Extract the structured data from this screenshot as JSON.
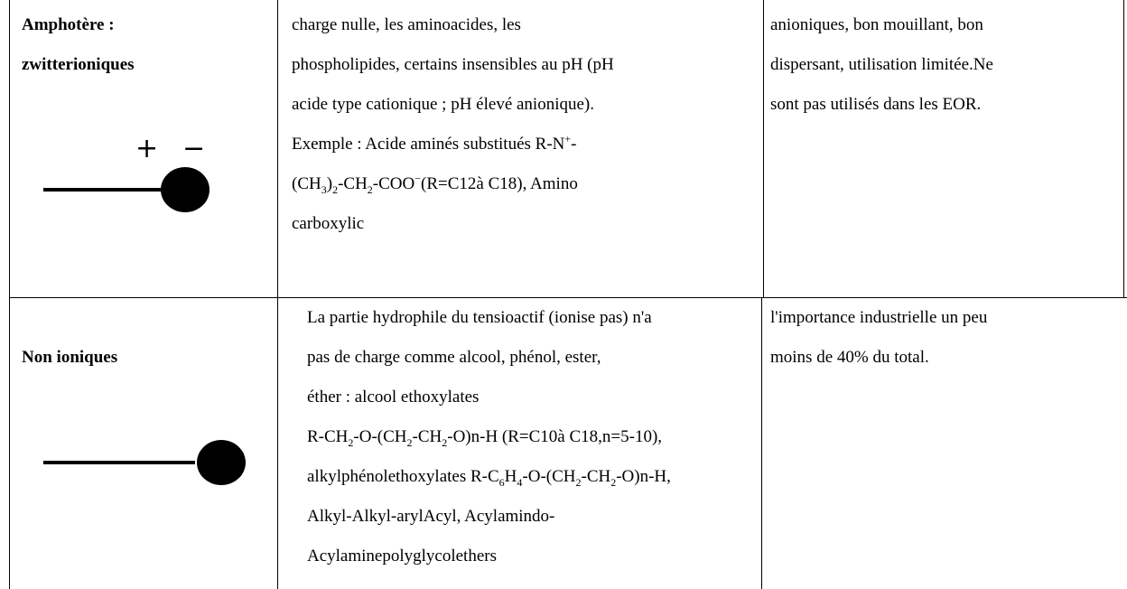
{
  "table": {
    "rows": [
      {
        "category_line1": "Amphotère :",
        "category_line2": "zwitterioniques",
        "icon_plus": "+",
        "icon_minus": "−",
        "description": {
          "l1": "charge nulle, les aminoacides, les",
          "l2": "phospholipides, certains insensibles au pH (pH",
          "l3": "acide type cationique ; pH élevé anionique).",
          "l4_a": "Exemple : Acide aminés substitués R-N",
          "l4_sup": "+",
          "l4_b": "-",
          "l5_a": "(CH",
          "l5_sub1": "3",
          "l5_b": ")",
          "l5_sub2": "2",
          "l5_c": "-CH",
          "l5_sub3": "2",
          "l5_d": "-COO",
          "l5_sup": "−",
          "l5_e": "(R=C12à C18), Amino",
          "l6": "carboxylic"
        },
        "remarks": {
          "l1": "anioniques, bon mouillant, bon",
          "l2": "dispersant, utilisation limitée.Ne",
          "l3": "sont pas utilisés dans les EOR."
        }
      },
      {
        "category": "Non ioniques",
        "description": {
          "l1": "La partie hydrophile du tensioactif (ionise pas) n'a",
          "l2": "pas de charge comme alcool, phénol, ester,",
          "l3": "éther : alcool ethoxylates",
          "l4_a": "R-CH",
          "l4_s1": "2",
          "l4_b": "-O-(CH",
          "l4_s2": "2",
          "l4_c": "-CH",
          "l4_s3": "2",
          "l4_d": "-O)n-H (R=C10à C18,n=5-10),",
          "l5_a": "alkylphénolethoxylates R-C",
          "l5_s1": "6",
          "l5_b": "H",
          "l5_s2": "4",
          "l5_c": "-O-(CH",
          "l5_s3": "2",
          "l5_d": "-CH",
          "l5_s4": "2",
          "l5_e": "-O)n-H,",
          "l6": "Alkyl-Alkyl-arylAcyl, Acylamindo-",
          "l7": "Acylaminepolyglycolethers"
        },
        "remarks": {
          "l1": "l'importance industrielle un peu",
          "l2": "moins de 40% du total."
        }
      }
    ]
  }
}
